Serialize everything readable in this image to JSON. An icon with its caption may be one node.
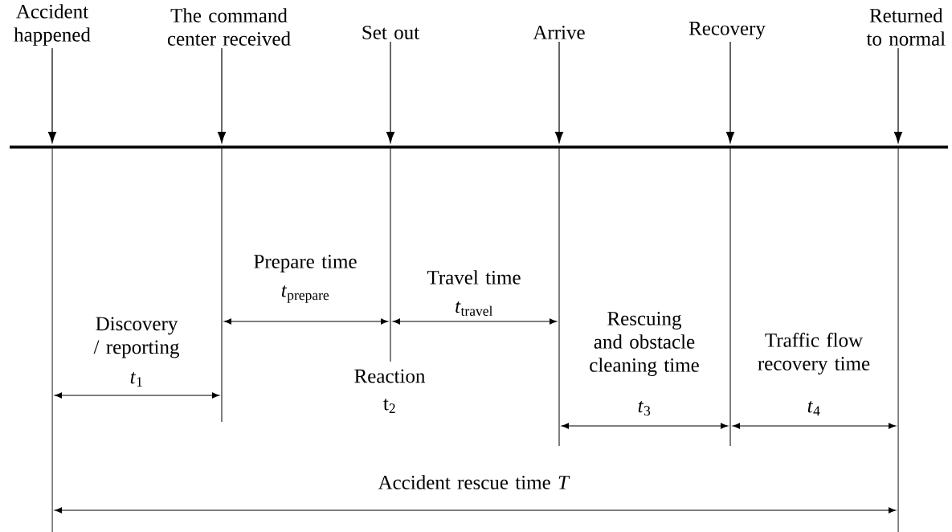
{
  "diagram": {
    "nodes": [
      {
        "text": [
          "Accident happened"
        ]
      },
      {
        "text": [
          "The command center received"
        ]
      },
      {
        "text": [
          "Set out"
        ]
      },
      {
        "text": [
          "Arrive"
        ]
      },
      {
        "text": [
          "Recovery"
        ]
      },
      {
        "text": [
          "Returned to normal"
        ]
      }
    ],
    "edges": [
      {
        "from": 0,
        "to": null,
        "arrow": "to"
      },
      {
        "from": 1,
        "to": null,
        "arrow": "to"
      },
      {
        "from": 2,
        "to": null,
        "arrow": "to"
      },
      {
        "from": 3,
        "to": null,
        "arrow": "to"
      },
      {
        "from": 4,
        "to": null,
        "arrow": "to"
      },
      {
        "from": 5,
        "to": null,
        "arrow": "to"
      }
    ],
    "labels": [
      "Prepare time",
      "*t*$_{prepare}$",
      "Travel time",
      "*t*$_{travel}$",
      "Discovery / reporting",
      "*t*$_{1}$",
      "Rescuing and obstacle cleaning time",
      "Traffic flow recovery time",
      "Reaction",
      "t$_{2}$",
      "*t*$_{3}$",
      "*t*$_{4}$",
      "Accident rescue time *T*"
    ]
  }
}
